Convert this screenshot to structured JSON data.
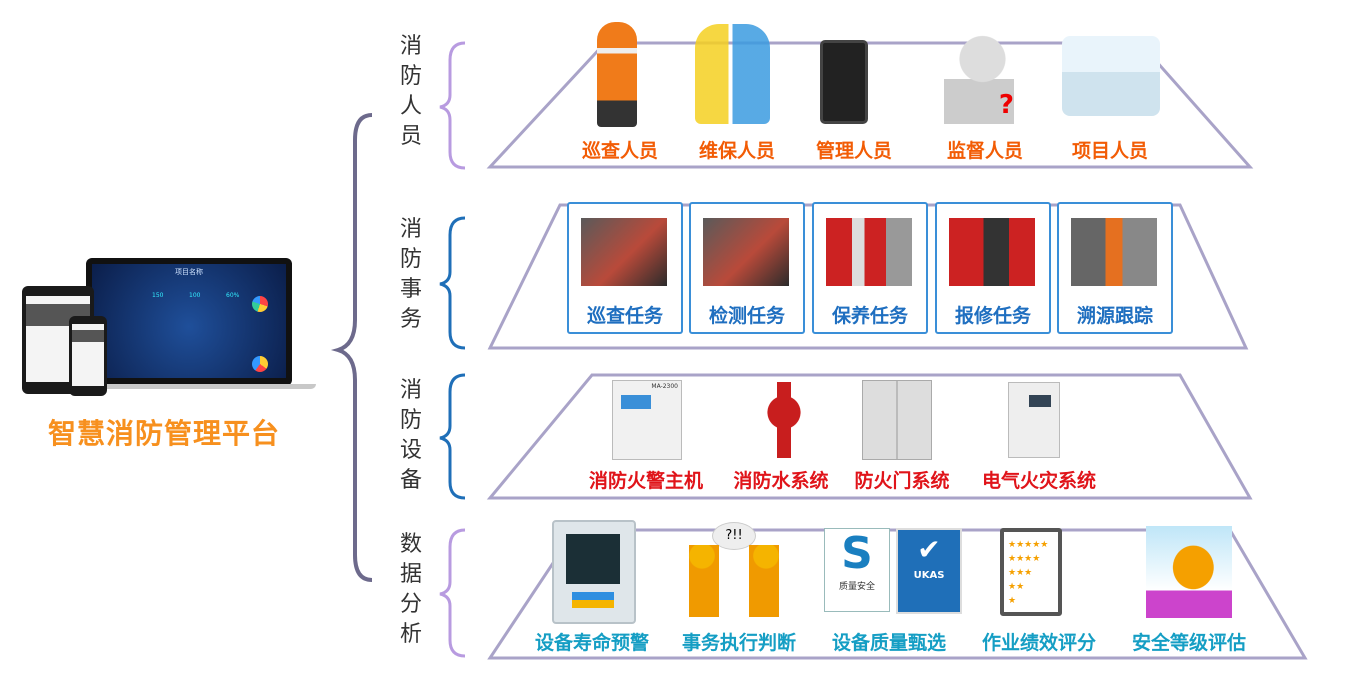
{
  "platform_title": "智慧消防管理平台",
  "device_screen": {
    "header": "项目名称",
    "stats": [
      "150",
      "100",
      "60%"
    ]
  },
  "tiers": [
    {
      "name": "消防人员",
      "color": "#b89be0",
      "items": [
        "巡查人员",
        "维保人员",
        "管理人员",
        "监督人员",
        "项目人员"
      ]
    },
    {
      "name": "消防事务",
      "color": "#1f6fb8",
      "items": [
        "巡查任务",
        "检测任务",
        "保养任务",
        "报修任务",
        "溯源跟踪"
      ]
    },
    {
      "name": "消防设备",
      "color": "#1f6fb8",
      "items": [
        "消防火警主机",
        "消防水系统",
        "防火门系统",
        "电气火灾系统"
      ]
    },
    {
      "name": "数据分析",
      "color": "#b89be0",
      "items": [
        "设备寿命预警",
        "事务执行判断",
        "设备质量甄选",
        "作业绩效评分",
        "安全等级评估"
      ]
    }
  ],
  "icon_texts": {
    "speech": "?!!",
    "cert_s": "质量安全",
    "ukas": "UKAS",
    "alarm_brand": "MA-2300"
  },
  "colors": {
    "personnel": "#f25c05",
    "tasks": "#1f6fc0",
    "equipment": "#e0141a",
    "analysis": "#159ec4",
    "title": "#f7901e"
  }
}
